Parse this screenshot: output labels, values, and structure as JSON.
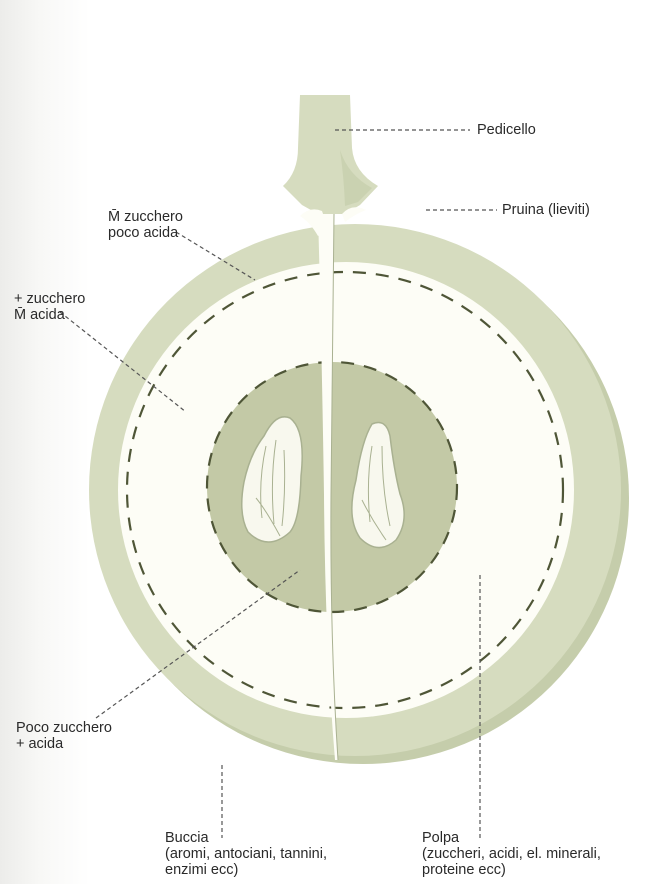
{
  "colors": {
    "skin": "#d6dcbf",
    "skin_shadow": "#c5cdab",
    "flesh": "#fdfdf6",
    "core": "#c3c9a6",
    "seed": "#f8f8ee",
    "seed_outline": "#a9b191",
    "dash": "#4f5637",
    "leader": "#555555",
    "text": "#2a2a2a"
  },
  "labels": {
    "pedicello": "Pedicello",
    "pruina": "Pruina (lieviti)",
    "m_zucchero": {
      "line1": "M̄ zucchero",
      "line2": "poco acida"
    },
    "piu_zucchero": {
      "line1": "+ zucchero",
      "line2": "M̄ acida"
    },
    "poco_zucchero": {
      "line1": "Poco zucchero",
      "line2": "+ acida"
    },
    "buccia": {
      "line1": "Buccia",
      "line2": "(aromi, antociani, tannini,",
      "line3": "enzimi ecc)"
    },
    "polpa": {
      "line1": "Polpa",
      "line2": "(zuccheri, acidi, el. minerali,",
      "line3": "proteine ecc)"
    }
  }
}
